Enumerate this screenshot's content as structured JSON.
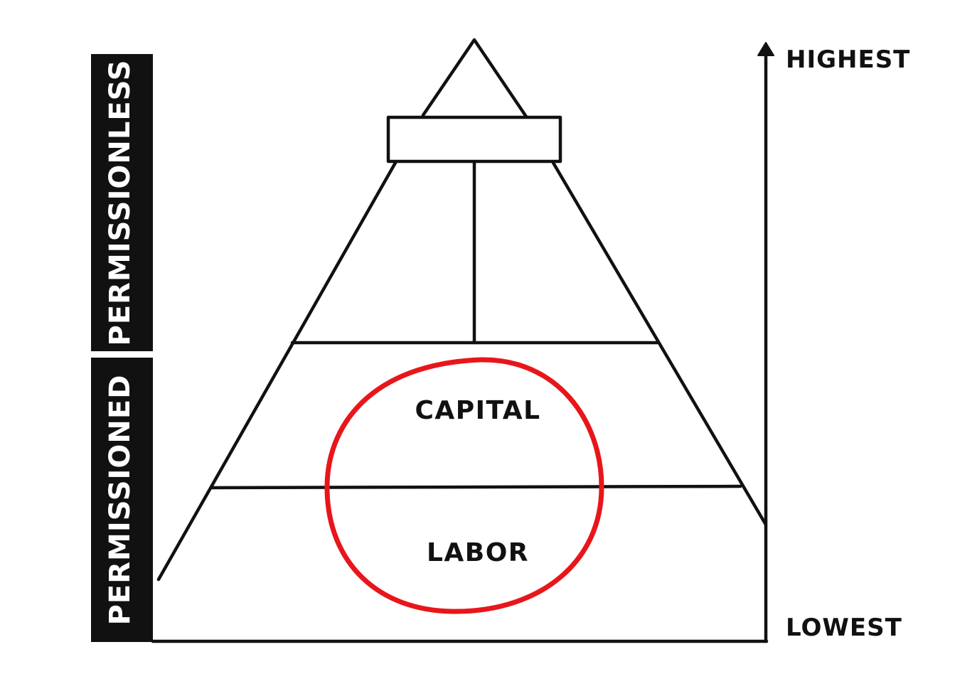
{
  "labels": {
    "permissionless": "PERMISSIONLESS",
    "permissioned": "PERMISSIONED",
    "capital": "CAPITAL",
    "labor": "LABOR",
    "highest": "HIGHEST",
    "lowest": "LOWEST"
  },
  "colors": {
    "ink": "#111111",
    "bar": "#111111",
    "bar_text": "#ffffff",
    "highlight": "#e8161b",
    "background": "#ffffff"
  },
  "icons": {
    "axis_arrow": "arrow-up-icon"
  }
}
